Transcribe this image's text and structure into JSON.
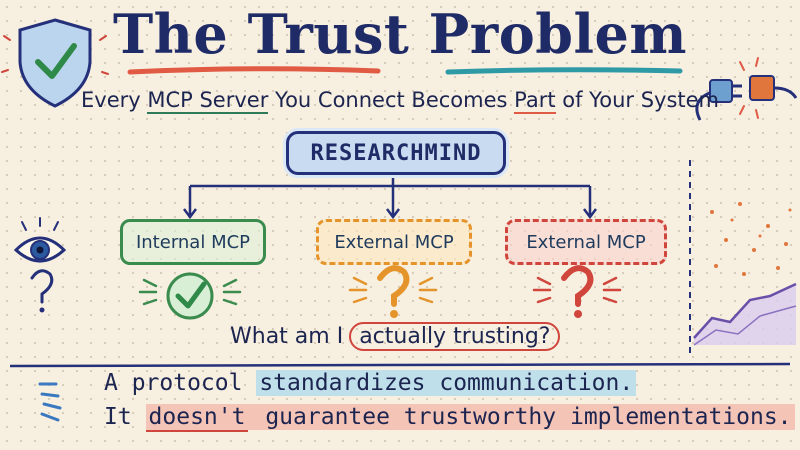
{
  "title": "The Trust Problem",
  "subtitle": {
    "before": "Every ",
    "mcp": "MCP Server",
    "middle": " You Connect Becomes ",
    "part": "Part",
    "after": " of Your System"
  },
  "root_node": "RESEARCHMIND",
  "nodes": [
    {
      "label": "Internal MCP",
      "status": "trusted",
      "mark": "✓",
      "color": "#3a8c4e"
    },
    {
      "label": "External MCP",
      "status": "unknown",
      "mark": "?",
      "color": "#e4942a"
    },
    {
      "label": "External MCP",
      "status": "unknown",
      "mark": "?",
      "color": "#d0463c"
    }
  ],
  "question": {
    "before": "What am I",
    "circled": "actually trusting?"
  },
  "statements": {
    "line1_before": "A protocol ",
    "line1_highlight": "standardizes communication.",
    "line2_before": "It ",
    "line2_highlight": "doesn't",
    "line2_after": " guarantee trustworthy implementations."
  },
  "icons": [
    "shield-check-icon",
    "plug-icon",
    "eye-icon",
    "question-icon",
    "check-icon",
    "trend-chart-icon"
  ],
  "colors": {
    "title": "#1f2b66",
    "green": "#3a8c4e",
    "orange": "#e4942a",
    "red": "#d0463c",
    "highlight_blue": "#bfe0ea",
    "highlight_red": "#f4c4b6"
  }
}
